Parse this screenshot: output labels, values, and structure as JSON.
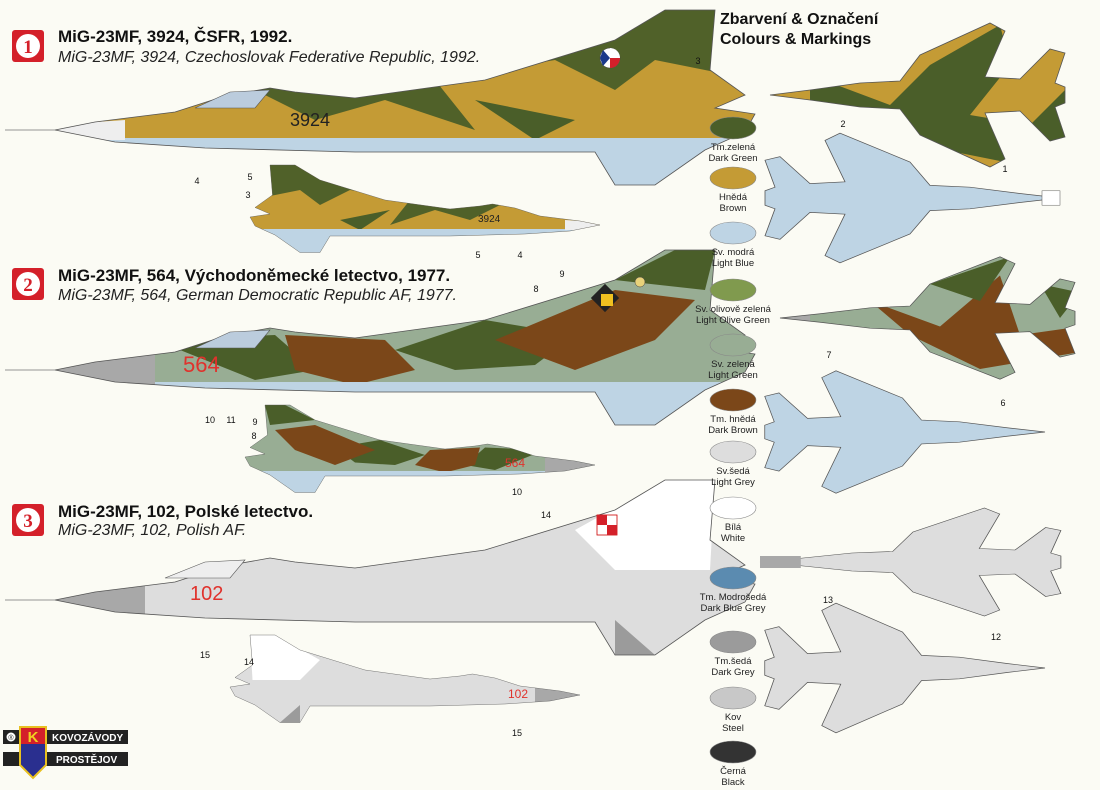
{
  "heading": {
    "cz": "Zbarvení & Označení",
    "en": "Colours & Markings"
  },
  "aircraft": [
    {
      "badge": "1",
      "title": "MiG-23MF, 3924, ČSFR, 1992.",
      "subtitle": "MiG-23MF, 3924, Czechoslovak Federative Republic, 1992.",
      "serial": "3924",
      "callouts": {
        "a": "3",
        "b": "5",
        "c": "4",
        "d": "3",
        "e": "5",
        "f": "4",
        "g": "1",
        "h": "2"
      }
    },
    {
      "badge": "2",
      "title": "MiG-23MF, 564, Východoněmecké letectvo, 1977.",
      "subtitle": "MiG-23MF, 564, German Democratic Republic AF, 1977.",
      "serial": "564",
      "callouts": {
        "a": "9",
        "b": "8",
        "c": "10",
        "d": "11",
        "e": "9",
        "f": "8",
        "g": "10",
        "h": "7",
        "i": "6"
      }
    },
    {
      "badge": "3",
      "title": "MiG-23MF, 102, Polské letectvo.",
      "subtitle": "MiG-23MF, 102, Polish AF.",
      "serial": "102",
      "callouts": {
        "a": "14",
        "b": "15",
        "c": "14",
        "d": "15",
        "e": "13",
        "f": "12"
      }
    }
  ],
  "colors": [
    {
      "cz": "Tm.zelená",
      "en": "Dark Green",
      "hex": "#4a5e29"
    },
    {
      "cz": "Hnědá",
      "en": "Brown",
      "hex": "#c49b35"
    },
    {
      "cz": "Sv. modrá",
      "en": "Light Blue",
      "hex": "#bed4e4"
    },
    {
      "cz": "Sv. olivově zelená",
      "en": "Light Olive Green",
      "hex": "#809a4e"
    },
    {
      "cz": "Sv. zelená",
      "en": "Light Green",
      "hex": "#98ad94"
    },
    {
      "cz": "Tm. hnědá",
      "en": "Dark Brown",
      "hex": "#7b4719"
    },
    {
      "cz": "Sv.šedá",
      "en": "Light Grey",
      "hex": "#dddddd"
    },
    {
      "cz": "Bílá",
      "en": "White",
      "hex": "#ffffff"
    },
    {
      "cz": "Tm. Modrošedá",
      "en": "Dark Blue Grey",
      "hex": "#5b8bb0"
    },
    {
      "cz": "Tm.šedá",
      "en": "Dark Grey",
      "hex": "#9b9b9b"
    },
    {
      "cz": "Kov",
      "en": "Steel",
      "hex": "#c8c8c8"
    },
    {
      "cz": "Černá",
      "en": "Black",
      "hex": "#333333"
    }
  ],
  "logo": {
    "top": "KOVOZÁVODY",
    "bottom": "PROSTĚJOV",
    "mark": "K",
    "registered": "®"
  }
}
